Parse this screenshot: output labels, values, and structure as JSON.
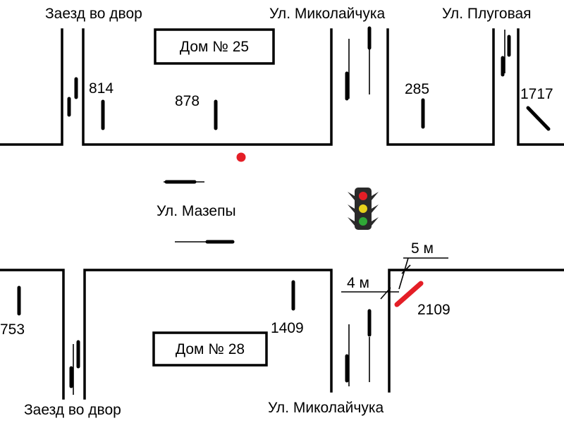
{
  "streets": {
    "top_left_entrance": "Заезд во двор",
    "top_center": "Ул. Миколайчука",
    "top_right": "Ул. Плуговая",
    "main": "Ул. Мазепы",
    "bottom_left_entrance": "Заезд во двор",
    "bottom_center": "Ул. Миколайчука"
  },
  "houses": {
    "north": "Дом № 25",
    "south": "Дом № 28"
  },
  "cars": {
    "c814": "814",
    "c878": "878",
    "c285": "285",
    "c1717": "1717",
    "c753": "753",
    "c1409": "1409",
    "c2109": "2109"
  },
  "measurements": {
    "five_m": "5 м",
    "four_m": "4 м"
  },
  "colors": {
    "accident_car": "#e41e26",
    "impact_point": "#e41e26",
    "light_red": "#e41e26",
    "light_yellow": "#e8d21c",
    "light_green": "#2fa836",
    "light_body": "#2a2a2a"
  },
  "icons": {
    "traffic_light": "traffic-light-icon",
    "impact_point": "impact-point-icon"
  }
}
